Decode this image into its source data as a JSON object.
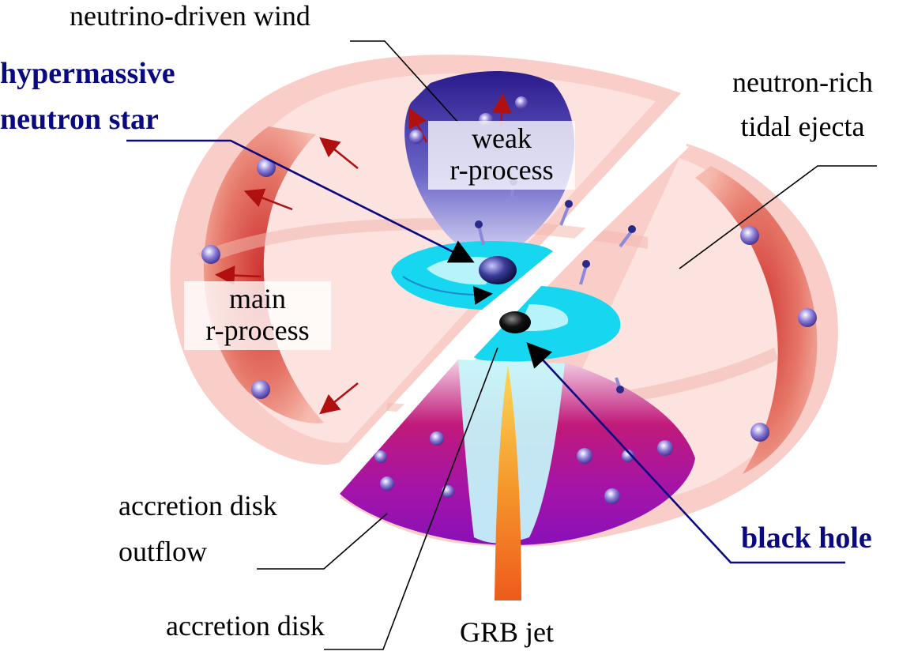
{
  "labels": {
    "neutrino_wind": "neutrino-driven wind",
    "hypermassive_line1": "hypermassive",
    "hypermassive_line2": "neutron star",
    "neutron_rich_line1": "neutron-rich",
    "neutron_rich_line2": "tidal ejecta",
    "weak_line1": "weak",
    "weak_line2": "r-process",
    "main_line1": "main",
    "main_line2": "r-process",
    "accretion_outflow_line1": "accretion disk",
    "accretion_outflow_line2": "outflow",
    "black_hole": "black hole",
    "accretion_disk": "accretion disk",
    "grb_jet": "GRB jet"
  },
  "colors": {
    "label_accent": "#0a0a80",
    "ejecta_pink": "#f9c9c4",
    "ejecta_red": "#c0171c",
    "wind_blue": "#2a1a8c",
    "disk_cyan": "#16d6f0",
    "outflow_magenta": "#c01a7a",
    "jet_orange": "#f26b1d"
  }
}
